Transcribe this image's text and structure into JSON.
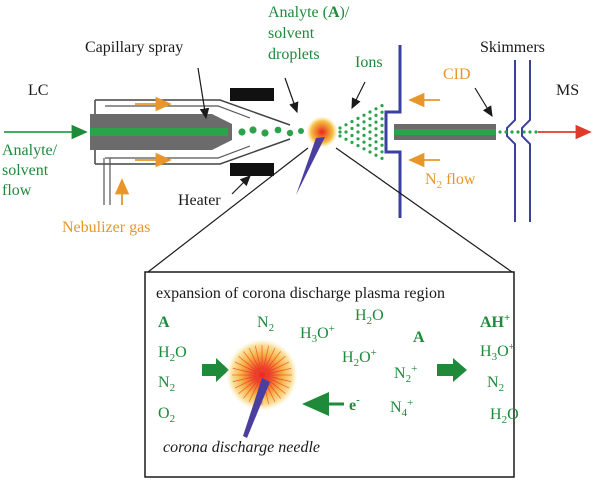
{
  "labels": {
    "lc": "LC",
    "ms": "MS",
    "capillary_spray": "Capillary spray",
    "analyte_droplets_line1": "Analyte (",
    "analyte_droplets_bold": "A",
    "analyte_droplets_line1_end": ")/",
    "analyte_droplets_line2": "solvent",
    "analyte_droplets_line3": "droplets",
    "ions": "Ions",
    "skimmers": "Skimmers",
    "cid": "CID",
    "analyte_flow_line1": "Analyte/",
    "analyte_flow_line2": "solvent",
    "analyte_flow_line3": "flow",
    "heater": "Heater",
    "nebulizer_gas": "Nebulizer gas",
    "n2_flow_pre": "N",
    "n2_flow_sub": "2",
    "n2_flow_post": " flow"
  },
  "inset": {
    "title": "expansion of corona discharge plasma region",
    "needle_caption": "corona discharge needle",
    "left_col": {
      "a": "A",
      "h2o_h": "H",
      "h2o_sub": "2",
      "h2o_o": "O",
      "n2_n": "N",
      "n2_sub": "2",
      "o2_o": "O",
      "o2_sub": "2"
    },
    "middle": {
      "n2_n": "N",
      "n2_sub": "2",
      "h3o_h": "H",
      "h3o_sub": "3",
      "h3o_o": "O",
      "h3o_sup": "+",
      "h2o_h": "H",
      "h2o_sub": "2",
      "h2o_o": "O",
      "a": "A",
      "h2o_plus_h": "H",
      "h2o_plus_sub": "2",
      "h2o_plus_o": "O",
      "h2o_plus_sup": "+",
      "n2_plus_n": "N",
      "n2_plus_sub": "2",
      "n2_plus_sup": "+",
      "n4_plus_n": "N",
      "n4_plus_sub": "4",
      "n4_plus_sup": "+",
      "electron_e": "e",
      "electron_sup": "-"
    },
    "right_col": {
      "ah": "AH",
      "ah_sup": "+",
      "h3o_h": "H",
      "h3o_sub": "3",
      "h3o_o": "O",
      "h3o_sup": "+",
      "n2_n": "N",
      "n2_sub": "2",
      "h2o_h": "H",
      "h2o_sub": "2",
      "h2o_o": "O"
    }
  },
  "colors": {
    "green": "#1e8a3a",
    "orange": "#e8962a",
    "blue": "#3b3f9e",
    "red": "#e03a2a",
    "gray": "#6b6b6b"
  }
}
